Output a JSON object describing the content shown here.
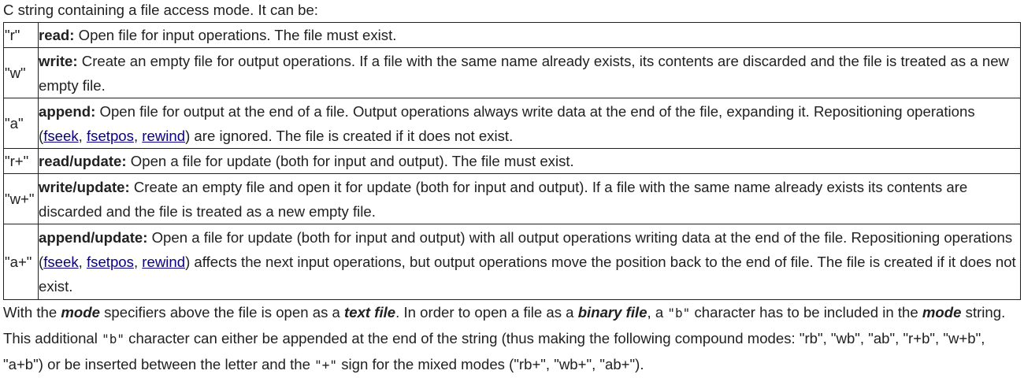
{
  "intro": "C string containing a file access mode. It can be:",
  "rows": [
    {
      "mode": "\"r\"",
      "term": "read:",
      "text": " Open file for input operations. The file must exist."
    },
    {
      "mode": "\"w\"",
      "term": "write:",
      "text": " Create an empty file for output operations. If a file with the same name already exists, its contents are discarded and the file is treated as a new empty file."
    },
    {
      "mode": "\"a\"",
      "term": "append:",
      "text_before": " Open file for output at the end of a file. Output operations always write data at the end of the file, expanding it. Repositioning operations (",
      "links": [
        "fseek",
        "fsetpos",
        "rewind"
      ],
      "text_after": ") are ignored. The file is created if it does not exist."
    },
    {
      "mode": "\"r+\"",
      "term": "read/update:",
      "text": " Open a file for update (both for input and output). The file must exist."
    },
    {
      "mode": "\"w+\"",
      "term": "write/update:",
      "text": " Create an empty file and open it for update (both for input and output). If a file with the same name already exists its contents are discarded and the file is treated as a new empty file."
    },
    {
      "mode": "\"a+\"",
      "term": "append/update:",
      "text_before": " Open a file for update (both for input and output) with all output operations writing data at the end of the file. Repositioning operations (",
      "links": [
        "fseek",
        "fsetpos",
        "rewind"
      ],
      "text_after": ") affects the next input operations, but output operations move the position back to the end of file. The file is created if it does not exist."
    }
  ],
  "after": {
    "p1": "With the ",
    "mode_word": "mode",
    "p2": " specifiers above the file is open as a ",
    "text_file": "text file",
    "p3": ". In order to open a file as a ",
    "binary_file": "binary file",
    "p4": ", a ",
    "code_b": "\"b\"",
    "p5": " character has to be included in the ",
    "mode_word2": "mode",
    "p6": " string. This additional ",
    "code_b2": "\"b\"",
    "p7": " character can either be appended at the end of the string (thus making the following compound modes: \"rb\", \"wb\", \"ab\", \"r+b\", \"w+b\", \"a+b\") or be inserted between the letter and the ",
    "code_plus": "\"+\"",
    "p8": " sign for the mixed modes (\"rb+\", \"wb+\", \"ab+\")."
  },
  "colors": {
    "text": "#202122",
    "link": "#0b0080",
    "border": "#202122"
  }
}
